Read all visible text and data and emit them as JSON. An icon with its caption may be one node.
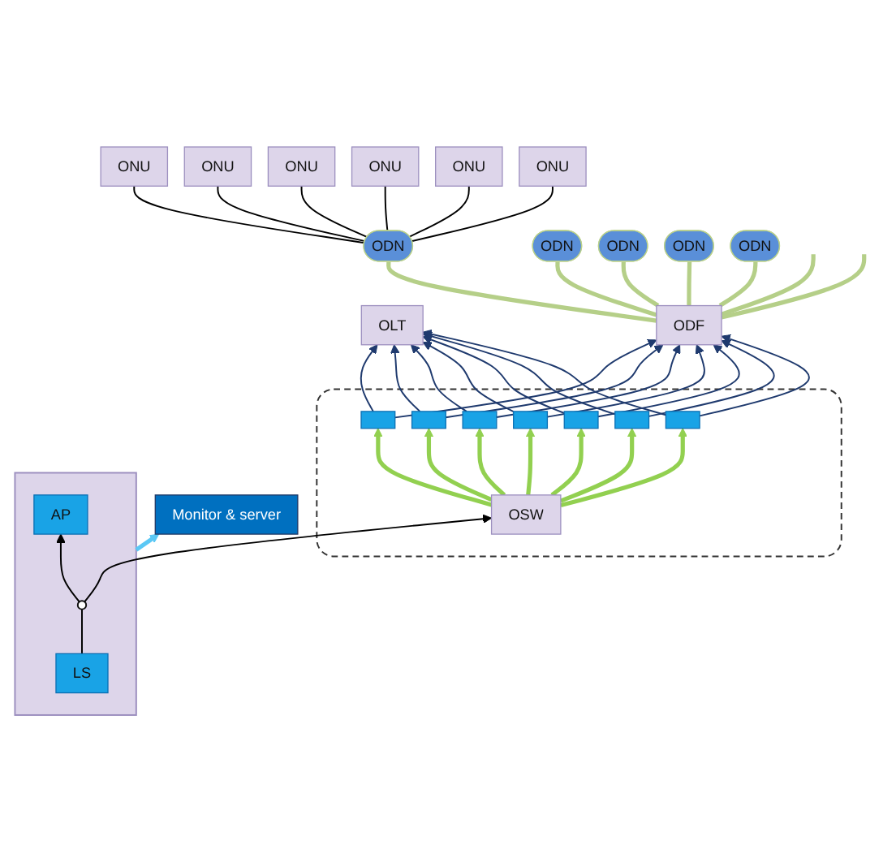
{
  "diagram": {
    "nodes": [
      {
        "text": [
          "OLT"
        ]
      },
      {
        "text": [],
        "shape": "box"
      },
      {
        "text": [],
        "shape": "box",
        "in": 1
      },
      {
        "text": [],
        "shape": "box",
        "in": 1
      },
      {
        "text": [],
        "shape": "box",
        "in": 1
      },
      {
        "text": [],
        "shape": "box",
        "in": 1
      },
      {
        "text": [],
        "shape": "box",
        "in": 1
      },
      {
        "text": [],
        "shape": "box",
        "in": 1
      },
      {
        "text": [],
        "shape": "box",
        "in": 1
      },
      {
        "text": [
          "OSW"
        ],
        "in": 1
      },
      {
        "text": [
          "ODF"
        ]
      },
      {
        "text": [
          "ODN"
        ]
      },
      {
        "text": [
          "ODN"
        ]
      },
      {
        "text": [
          "ODN"
        ]
      },
      {
        "text": [
          "ODN"
        ]
      },
      {
        "text": [
          "ODN"
        ]
      },
      {
        "text": [
          "ONU"
        ]
      },
      {
        "text": [
          "ONU"
        ]
      },
      {
        "text": [
          "ONU"
        ]
      },
      {
        "text": [
          "ONU"
        ]
      },
      {
        "text": [
          "ONU"
        ]
      },
      {
        "text": [
          "ONU"
        ]
      },
      {
        "text": [],
        "shape": "box"
      },
      {
        "text": [],
        "shape": "circle",
        "in": 22
      },
      {
        "text": [
          "AP"
        ],
        "in": 22
      },
      {
        "text": [
          "LS"
        ],
        "in": 22
      },
      {
        "text": [
          "Monitor & server"
        ]
      }
    ],
    "edges": [
      {
        "from": 2,
        "to": 0,
        "arrow": "to"
      },
      {
        "from": 2,
        "to": 10,
        "arrow": "to"
      },
      {
        "from": 3,
        "to": 0,
        "arrow": "to"
      },
      {
        "from": 3,
        "to": 10,
        "arrow": "to"
      },
      {
        "from": 4,
        "to": 0,
        "arrow": "to"
      },
      {
        "from": 4,
        "to": 10,
        "arrow": "to"
      },
      {
        "from": 5,
        "to": 0,
        "arrow": "to"
      },
      {
        "from": 5,
        "to": 10,
        "arrow": "to"
      },
      {
        "from": 6,
        "to": 0,
        "arrow": "to"
      },
      {
        "from": 6,
        "to": 10,
        "arrow": "to"
      },
      {
        "from": 7,
        "to": 0,
        "arrow": "to"
      },
      {
        "from": 7,
        "to": 10,
        "arrow": "to"
      },
      {
        "from": 8,
        "to": 0,
        "arrow": "to"
      },
      {
        "from": 8,
        "to": 10,
        "arrow": "to"
      },
      {
        "from": 9,
        "to": 2,
        "arrow": "to",
        "style": "thick",
        "color": "#92d050"
      },
      {
        "from": 9,
        "to": 3,
        "arrow": "to",
        "style": "thick",
        "color": "#92d050"
      },
      {
        "from": 9,
        "to": 4,
        "arrow": "to",
        "style": "thick",
        "color": "#92d050"
      },
      {
        "from": 9,
        "to": 5,
        "arrow": "to",
        "style": "thick",
        "color": "#92d050"
      },
      {
        "from": 9,
        "to": 6,
        "arrow": "to",
        "style": "thick",
        "color": "#92d050"
      },
      {
        "from": 9,
        "to": 7,
        "arrow": "to",
        "style": "thick",
        "color": "#92d050"
      },
      {
        "from": 9,
        "to": 8,
        "arrow": "to",
        "style": "thick",
        "color": "#92d050"
      },
      {
        "from": 10,
        "to": 11,
        "arrow": "none",
        "style": "thick",
        "color": "#b5cf88"
      },
      {
        "from": 10,
        "to": 12,
        "arrow": "none",
        "style": "thick",
        "color": "#b5cf88"
      },
      {
        "from": 10,
        "to": 13,
        "arrow": "none",
        "style": "thick",
        "color": "#b5cf88"
      },
      {
        "from": 10,
        "to": 14,
        "arrow": "none",
        "style": "thick",
        "color": "#b5cf88"
      },
      {
        "from": 10,
        "to": null,
        "arrow": "none",
        "style": "thick",
        "color": "#b5cf88"
      },
      {
        "from": 10,
        "to": null,
        "arrow": "none",
        "style": "thick",
        "color": "#b5cf88"
      },
      {
        "from": 10,
        "to": 15,
        "arrow": "none",
        "style": "thick",
        "color": "#b5cf88"
      },
      {
        "from": 11,
        "to": 16,
        "arrow": "none",
        "color": "#000000"
      },
      {
        "from": 11,
        "to": 17,
        "arrow": "none",
        "color": "#000000"
      },
      {
        "from": 11,
        "to": 18,
        "arrow": "none",
        "color": "#000000"
      },
      {
        "from": 11,
        "to": 19,
        "arrow": "none",
        "color": "#000000"
      },
      {
        "from": 11,
        "to": 20,
        "arrow": "none",
        "color": "#000000"
      },
      {
        "from": 11,
        "to": 21,
        "arrow": "none",
        "color": "#000000"
      },
      {
        "from": 23,
        "to": 9,
        "arrow": "to",
        "color": "#000000"
      },
      {
        "from": 25,
        "to": 23,
        "arrow": "none",
        "color": "#000000"
      },
      {
        "from": 23,
        "to": 24,
        "arrow": "to",
        "color": "#000000"
      },
      {
        "from": 22,
        "to": 26,
        "arrow": "to",
        "style": "thick",
        "color": "#5bc8f5"
      }
    ]
  }
}
